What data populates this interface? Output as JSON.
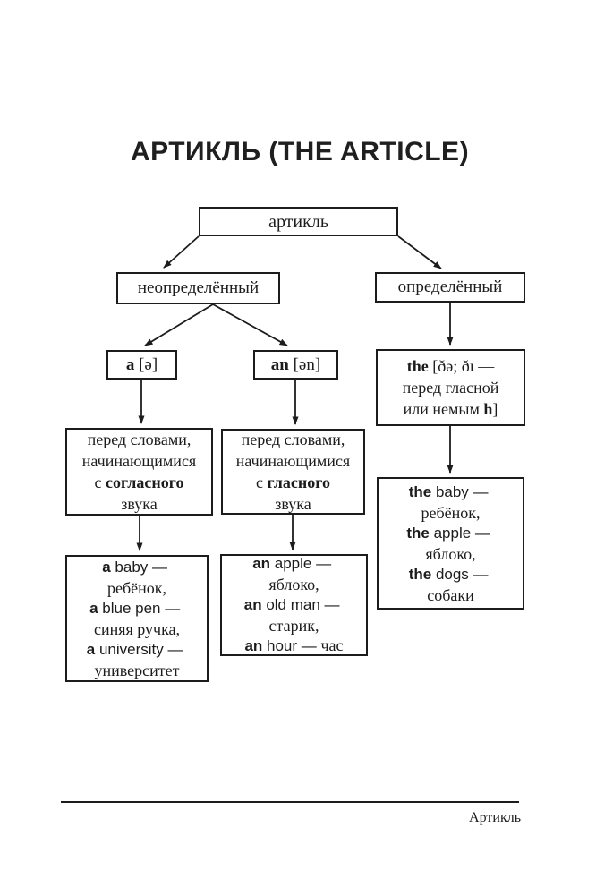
{
  "page": {
    "title": "АРТИКЛЬ (THE ARTICLE)",
    "footer": {
      "label": "Артикль"
    }
  },
  "colors": {
    "ink": "#1c1c1c",
    "paper": "#ffffff"
  },
  "diagram": {
    "nodes": {
      "article": {
        "lines": [
          [
            {
              "t": "артикль"
            }
          ]
        ]
      },
      "indefinite": {
        "lines": [
          [
            {
              "t": "неопределённый"
            }
          ]
        ]
      },
      "definite": {
        "lines": [
          [
            {
              "t": "определённый"
            }
          ]
        ]
      },
      "a": {
        "lines": [
          [
            {
              "t": "a",
              "b": 1
            },
            {
              "t": " [ə]"
            }
          ]
        ]
      },
      "an": {
        "lines": [
          [
            {
              "t": "an",
              "b": 1
            },
            {
              "t": " [ən]"
            }
          ]
        ]
      },
      "the": {
        "lines": [
          [
            {
              "t": "the",
              "b": 1
            },
            {
              "t": " [ðə; ðɪ —"
            }
          ],
          [
            {
              "t": "перед гласной"
            }
          ],
          [
            {
              "t": "или немым "
            },
            {
              "t": "h",
              "b": 1
            },
            {
              "t": "]"
            }
          ]
        ]
      },
      "before_consonant": {
        "lines": [
          [
            {
              "t": "перед словами,"
            }
          ],
          [
            {
              "t": "начинающимися"
            }
          ],
          [
            {
              "t": "с "
            },
            {
              "t": "согласного",
              "b": 1
            }
          ],
          [
            {
              "t": "звука"
            }
          ]
        ]
      },
      "before_vowel": {
        "lines": [
          [
            {
              "t": "перед словами,"
            }
          ],
          [
            {
              "t": "начинающимися"
            }
          ],
          [
            {
              "t": "с "
            },
            {
              "t": "гласного",
              "b": 1
            }
          ],
          [
            {
              "t": "звука"
            }
          ]
        ]
      },
      "a_examples": {
        "lines": [
          [
            {
              "t": "a",
              "b": 1,
              "f": "sans"
            },
            {
              "t": " baby — ",
              "f": "sans"
            }
          ],
          [
            {
              "t": "ребёнок,"
            }
          ],
          [
            {
              "t": "a",
              "b": 1,
              "f": "sans"
            },
            {
              "t": " blue pen — ",
              "f": "sans"
            }
          ],
          [
            {
              "t": "синяя ручка,"
            }
          ],
          [
            {
              "t": "a",
              "b": 1,
              "f": "sans"
            },
            {
              "t": " university — ",
              "f": "sans"
            }
          ],
          [
            {
              "t": "университет"
            }
          ]
        ]
      },
      "an_examples": {
        "lines": [
          [
            {
              "t": "an",
              "b": 1,
              "f": "sans"
            },
            {
              "t": " apple — ",
              "f": "sans"
            }
          ],
          [
            {
              "t": "яблоко,"
            }
          ],
          [
            {
              "t": "an",
              "b": 1,
              "f": "sans"
            },
            {
              "t": " old man — ",
              "f": "sans"
            }
          ],
          [
            {
              "t": "старик,"
            }
          ],
          [
            {
              "t": "an",
              "b": 1,
              "f": "sans"
            },
            {
              "t": " hour — ",
              "f": "sans"
            },
            {
              "t": "час"
            }
          ]
        ]
      },
      "the_examples": {
        "lines": [
          [
            {
              "t": "the",
              "b": 1,
              "f": "sans"
            },
            {
              "t": " baby — ",
              "f": "sans"
            }
          ],
          [
            {
              "t": "ребёнок,"
            }
          ],
          [
            {
              "t": "the",
              "b": 1,
              "f": "sans"
            },
            {
              "t": " apple — ",
              "f": "sans"
            }
          ],
          [
            {
              "t": "яблоко,"
            }
          ],
          [
            {
              "t": "the",
              "b": 1,
              "f": "sans"
            },
            {
              "t": " dogs — ",
              "f": "sans"
            }
          ],
          [
            {
              "t": "собаки"
            }
          ]
        ]
      }
    }
  }
}
